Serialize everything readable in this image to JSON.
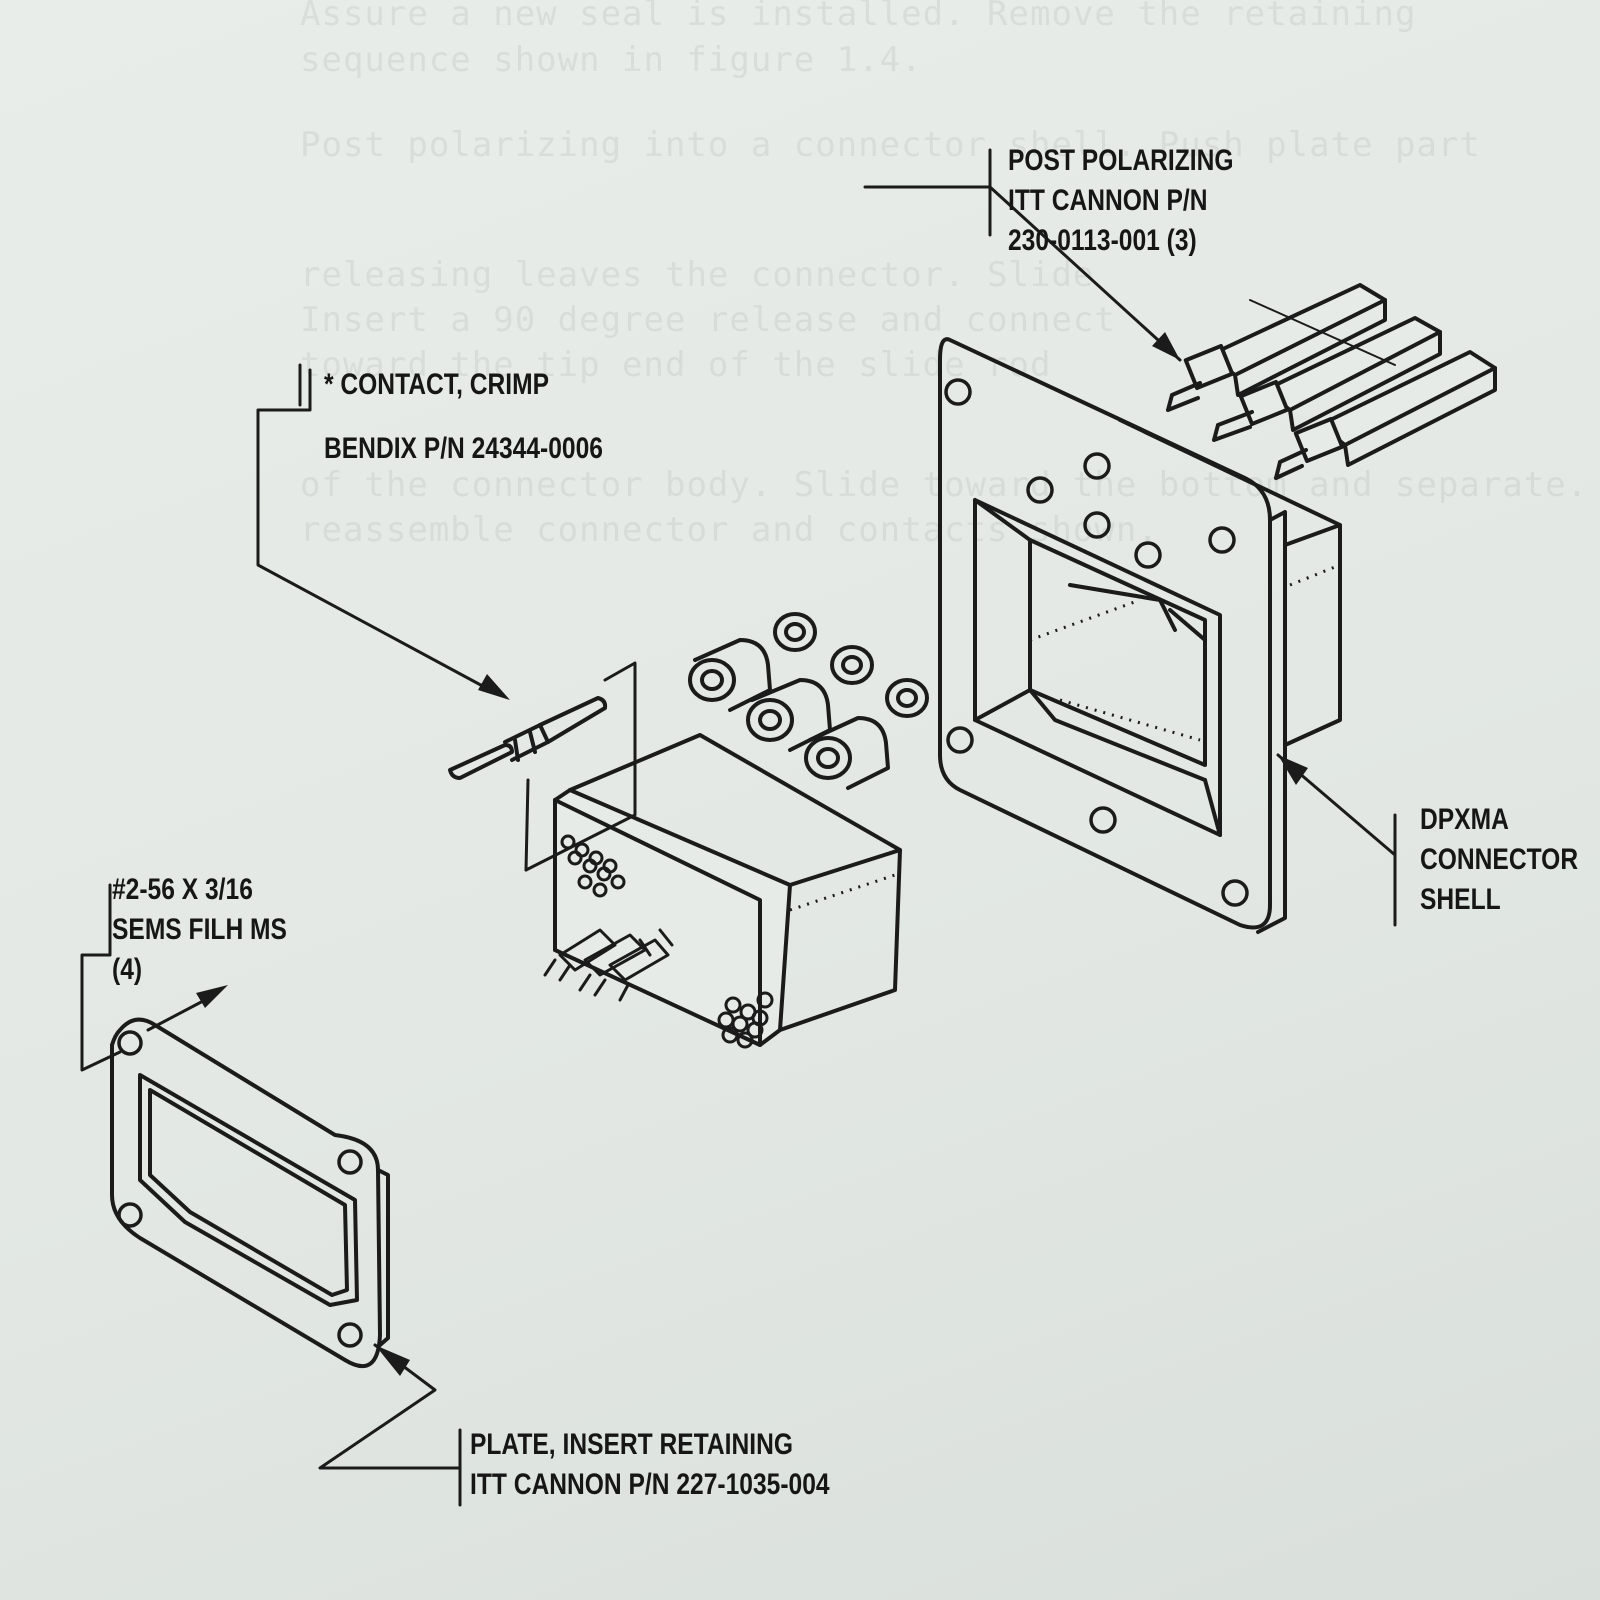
{
  "background_text": [
    "Assure a new seal is installed. Remove the retaining",
    "sequence shown in figure 1.4.",
    "Post polarizing into a connector shell. Push plate part",
    "releasing leaves the connector. Slide",
    "Insert a 90 degree release and connect",
    "toward the tip end of the slide rod",
    "of the connector body. Slide toward the bottom and separate.",
    "reassemble connector and contacts shown."
  ],
  "callouts": {
    "post_polarizing": [
      "POST POLARIZING",
      "ITT CANNON  P/N",
      "230-0113-001 (3)"
    ],
    "contact_crimp": [
      "* CONTACT, CRIMP",
      "BENDIX P/N 24344-0006"
    ],
    "screw": [
      "#2-56 X  3/16",
      "SEMS FILH MS",
      "(4)"
    ],
    "shell": [
      "DPXMA",
      "CONNECTOR",
      "SHELL"
    ],
    "plate": [
      "PLATE, INSERT RETAINING",
      "ITT CANNON  P/N 227-1035-004"
    ]
  },
  "colors": {
    "paper": "#e6ebe7",
    "ink": "#1b1b1b",
    "faint_text": "#b9c0bc"
  }
}
